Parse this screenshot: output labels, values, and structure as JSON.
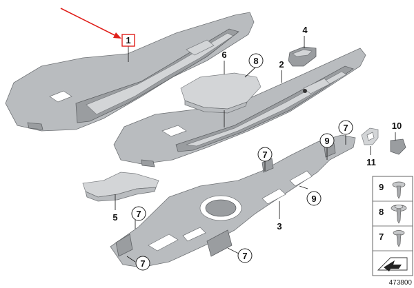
{
  "callouts": {
    "c1": "1",
    "c2": "2",
    "c3": "3",
    "c4": "4",
    "c5": "5",
    "c6": "6",
    "c7a": "7",
    "c7b": "7",
    "c7c": "7",
    "c7d": "7",
    "c7e": "7",
    "c8": "8",
    "c9a": "9",
    "c9b": "9",
    "c10": "10",
    "c11": "11"
  },
  "fastener_legend": {
    "items": [
      {
        "number": "9"
      },
      {
        "number": "8"
      },
      {
        "number": "7"
      }
    ]
  },
  "reference_number": "473800",
  "colors": {
    "highlight": "#e0201b",
    "part": "#b9bcbf",
    "outline": "#6f7275"
  }
}
